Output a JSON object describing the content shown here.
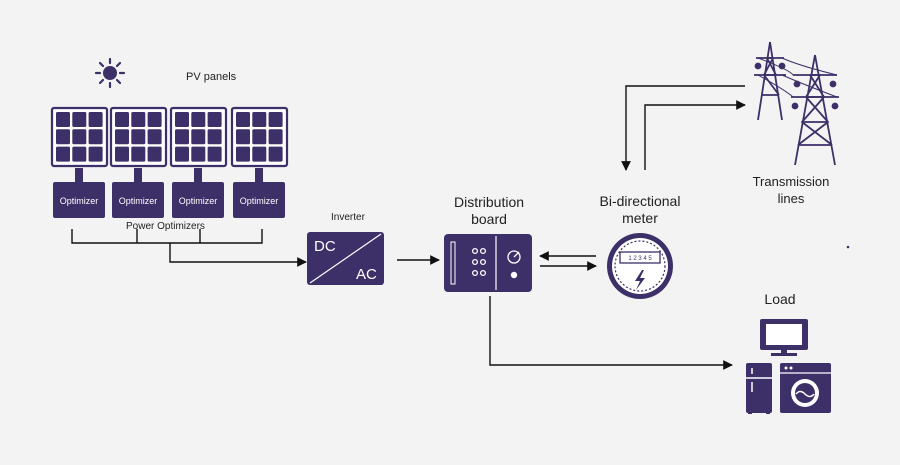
{
  "labels": {
    "pv_panels": "PV panels",
    "optimizer": "Optimizer",
    "power_optimizers": "Power Optimizers",
    "inverter": "Inverter",
    "dc": "DC",
    "ac": "AC",
    "distribution_line1": "Distribution",
    "distribution_line2": "board",
    "meter_line1": "Bi-directional",
    "meter_line2": "meter",
    "meter_digits": "1 2 3 4 5",
    "transmission_line1": "Transmission",
    "transmission_line2": "lines",
    "load": "Load"
  },
  "colors": {
    "background": "#f3f3f3",
    "device": "#3d2f68",
    "line": "#111111",
    "text": "#222222"
  },
  "icons": [
    "sun-icon",
    "solar-panel-icon",
    "transmission-tower-icon",
    "monitor-icon",
    "refrigerator-icon",
    "washing-machine-icon",
    "meter-icon",
    "lightning-icon"
  ]
}
